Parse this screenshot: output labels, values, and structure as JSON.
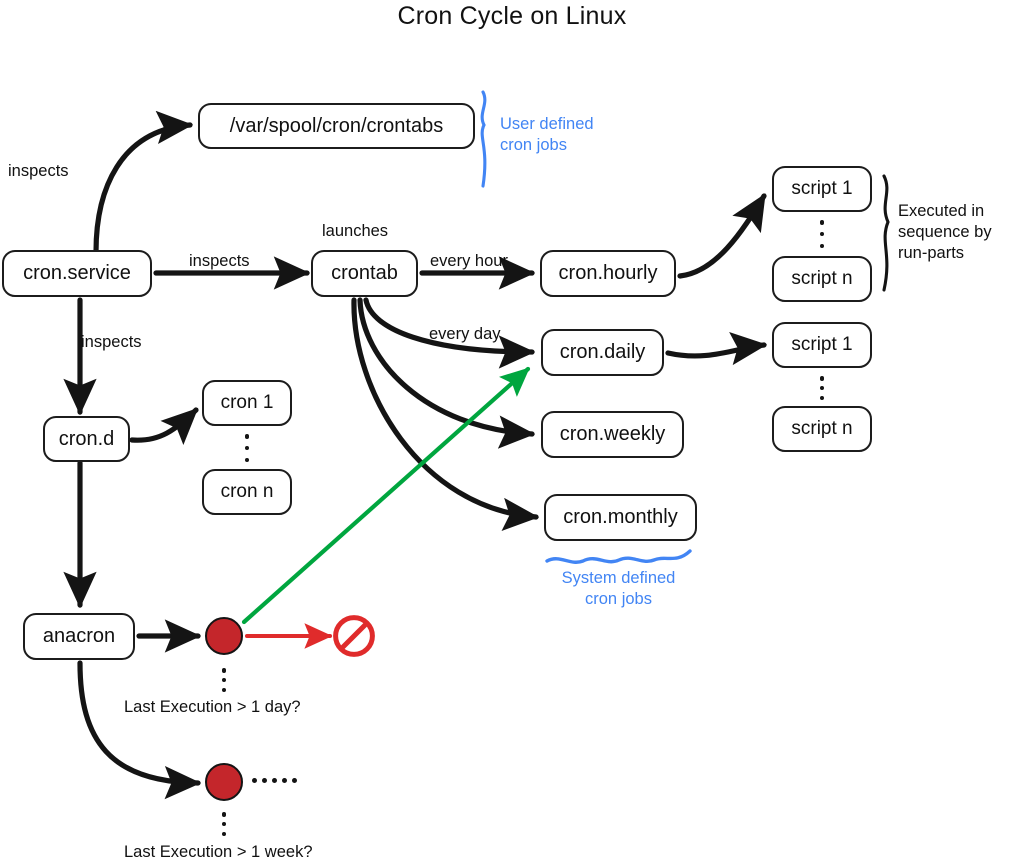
{
  "diagram": {
    "title": "Cron Cycle on Linux",
    "colors": {
      "stroke": "#1c1c1c",
      "blue_note": "#4285f4",
      "green_arrow": "#00a63f",
      "red_arrow": "#e02b2b",
      "red_dot": "#c4262b",
      "background": "#ffffff"
    }
  },
  "nodes": {
    "cron_service": "cron.service",
    "crontabs_path": "/var/spool/cron/crontabs",
    "crontab": "crontab",
    "cron_hourly": "cron.hourly",
    "cron_daily": "cron.daily",
    "cron_weekly": "cron.weekly",
    "cron_monthly": "cron.monthly",
    "cron_d": "cron.d",
    "cron_1": "cron 1",
    "cron_n": "cron n",
    "anacron": "anacron",
    "hourly_script_1": "script 1",
    "hourly_script_n": "script n",
    "daily_script_1": "script 1",
    "daily_script_n": "script n"
  },
  "edge_labels": {
    "inspects_crontabs": "inspects",
    "inspects_crontab": "inspects",
    "inspects_crond": "inspects",
    "launches": "launches",
    "every_hour": "every hour",
    "every_day": "every day"
  },
  "annotations": {
    "user_defined_line1": "User defined",
    "user_defined_line2": "cron jobs",
    "system_defined_line1": "System defined",
    "system_defined_line2": "cron jobs",
    "run_parts_line1": "Executed in",
    "run_parts_line2": "sequence by",
    "run_parts_line3": "run-parts",
    "last_exec_day": "Last Execution > 1 day?",
    "last_exec_week": "Last Execution > 1 week?"
  },
  "icons": {
    "prohibition": "prohibition-icon",
    "decision_dot_day": "decision-dot-icon",
    "decision_dot_week": "decision-dot-icon"
  }
}
